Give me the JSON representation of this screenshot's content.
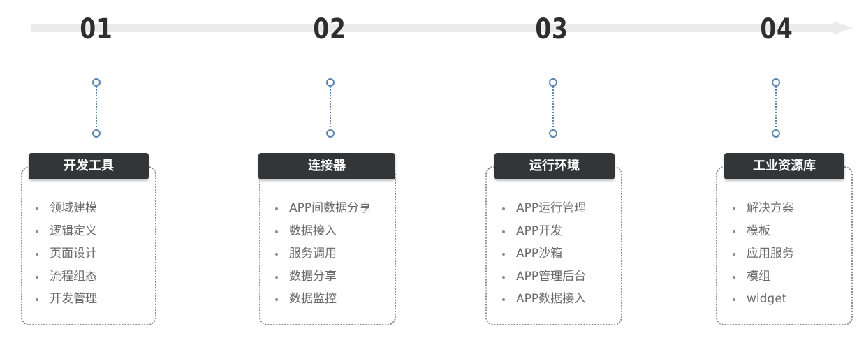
{
  "timeline": {
    "color": "#ebebeb"
  },
  "colors": {
    "number": "#2e2e2e",
    "tag_bg": "#333537",
    "tag_text": "#ffffff",
    "connector": "#5b86b1",
    "item_text": "#6b6b6b"
  },
  "steps": [
    {
      "number": "01",
      "title": "开发工具",
      "items": [
        "领域建模",
        "逻辑定义",
        "页面设计",
        "流程组态",
        "开发管理"
      ]
    },
    {
      "number": "02",
      "title": "连接器",
      "items": [
        "APP间数据分享",
        "数据接入",
        "服务调用",
        "数据分享",
        "数据监控"
      ]
    },
    {
      "number": "03",
      "title": "运行环境",
      "items": [
        "APP运行管理",
        "APP开发",
        "APP沙箱",
        "APP管理后台",
        "APP数据接入"
      ]
    },
    {
      "number": "04",
      "title": "工业资源库",
      "items": [
        "解决方案",
        "模板",
        "应用服务",
        "模组",
        "widget"
      ]
    }
  ]
}
